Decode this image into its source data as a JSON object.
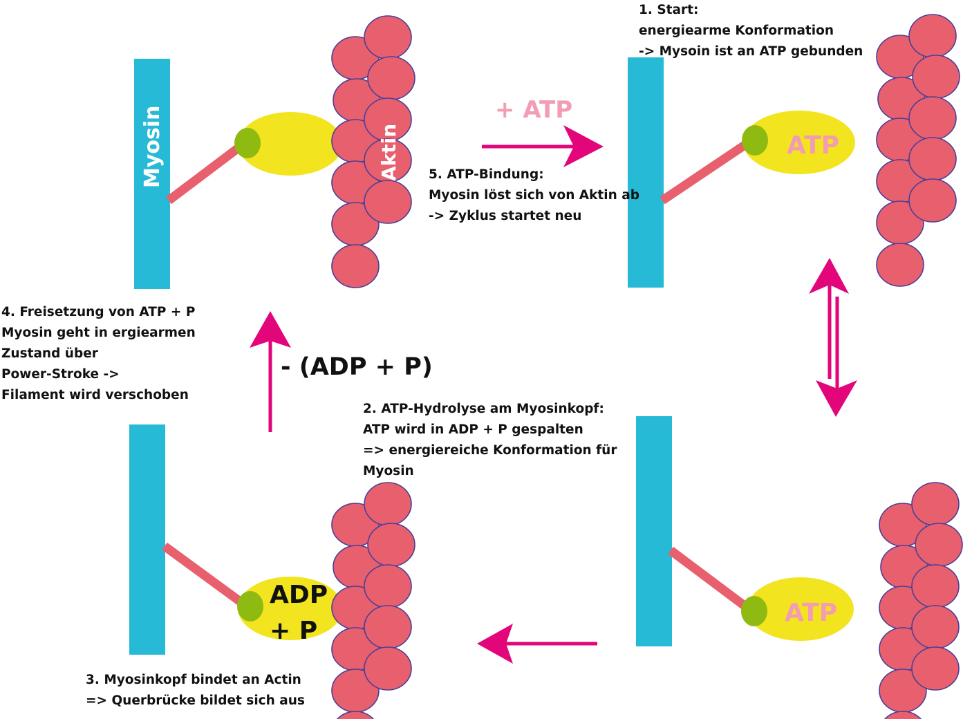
{
  "colors": {
    "myosin": "#27bad6",
    "neck": "#e85f6e",
    "head": "#f2e41e",
    "binding_site": "#8fba12",
    "actin_fill": "#e85f6e",
    "actin_stroke": "#4a3f96",
    "arrow": "#e2067a",
    "atp_text": "#f29db3",
    "text": "#111111"
  },
  "labels": {
    "myosin": "Myosin",
    "aktin": "Aktin",
    "plus_atp": "+ ATP",
    "minus_adp_p": "- (ADP + P)",
    "atp_head_1": "ATP",
    "atp_head_2": "ATP",
    "adp_line1": "ADP",
    "adp_line2": "+ P"
  },
  "steps": {
    "step1": [
      "1. Start:",
      "energiearme Konformation",
      "-> Mysoin ist an ATP gebunden"
    ],
    "step2": [
      "2. ATP-Hydrolyse am Myosinkopf:",
      "ATP wird in ADP + P gespalten",
      "=> energiereiche Konformation für",
      "Myosin"
    ],
    "step3": [
      "3. Myosinkopf bindet an Actin",
      "=> Querbrücke bildet sich aus"
    ],
    "step4": [
      "4. Freisetzung von ATP + P",
      "Myosin geht in ergiearmen",
      "Zustand über",
      "Power-Stroke ->",
      "Filament wird verschoben"
    ],
    "step5": [
      "5. ATP-Bindung:",
      "Myosin löst sich von Aktin ab",
      "-> Zyklus startet neu"
    ]
  }
}
